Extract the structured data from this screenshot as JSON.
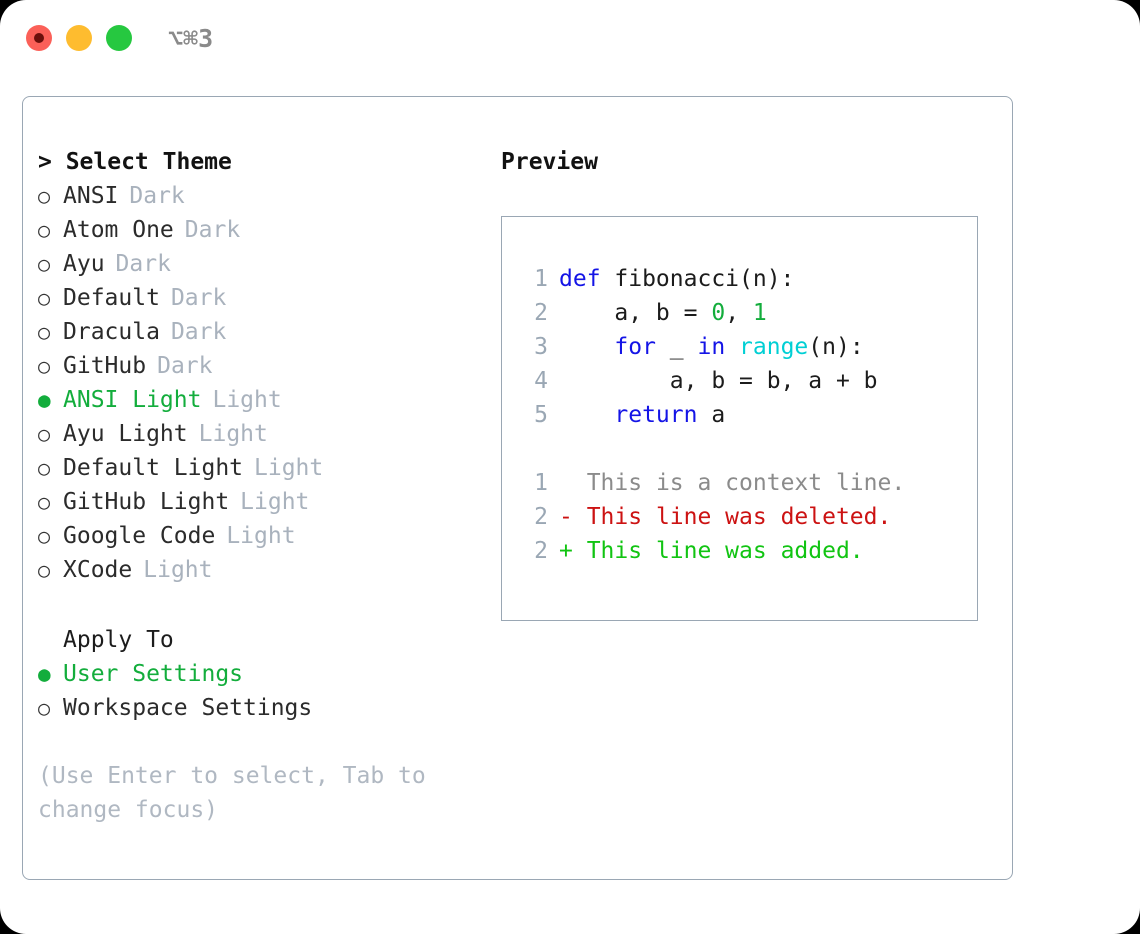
{
  "titlebar": {
    "shortcut": "⌥⌘3",
    "lights": [
      {
        "name": "close",
        "color": "#fb6058"
      },
      {
        "name": "minimize",
        "color": "#febc2f"
      },
      {
        "name": "zoom",
        "color": "#26c840"
      }
    ]
  },
  "theme_panel": {
    "title": "> Select Theme",
    "options": [
      {
        "bullet": "○",
        "label": "ANSI",
        "tag": "Dark",
        "selected": false
      },
      {
        "bullet": "○",
        "label": "Atom One",
        "tag": "Dark",
        "selected": false
      },
      {
        "bullet": "○",
        "label": "Ayu",
        "tag": "Dark",
        "selected": false
      },
      {
        "bullet": "○",
        "label": "Default",
        "tag": "Dark",
        "selected": false
      },
      {
        "bullet": "○",
        "label": "Dracula",
        "tag": "Dark",
        "selected": false
      },
      {
        "bullet": "○",
        "label": "GitHub",
        "tag": "Dark",
        "selected": false
      },
      {
        "bullet": "●",
        "label": "ANSI Light",
        "tag": "Light",
        "selected": true
      },
      {
        "bullet": "○",
        "label": "Ayu Light",
        "tag": "Light",
        "selected": false
      },
      {
        "bullet": "○",
        "label": "Default Light",
        "tag": "Light",
        "selected": false
      },
      {
        "bullet": "○",
        "label": "GitHub Light",
        "tag": "Light",
        "selected": false
      },
      {
        "bullet": "○",
        "label": "Google Code",
        "tag": "Light",
        "selected": false
      },
      {
        "bullet": "○",
        "label": "XCode",
        "tag": "Light",
        "selected": false
      }
    ]
  },
  "apply_to": {
    "heading": "Apply To",
    "options": [
      {
        "bullet": "●",
        "label": "User Settings",
        "selected": true
      },
      {
        "bullet": "○",
        "label": "Workspace Settings",
        "selected": false
      }
    ]
  },
  "hint": "(Use Enter to select, Tab to change focus)",
  "preview": {
    "title": "Preview",
    "code_lines": [
      {
        "num": "1",
        "tokens": [
          {
            "t": "def",
            "c": "kw"
          },
          {
            "t": " fibonacci(n):",
            "c": "pl"
          }
        ]
      },
      {
        "num": "2",
        "tokens": [
          {
            "t": "    a, b = ",
            "c": "pl"
          },
          {
            "t": "0",
            "c": "num"
          },
          {
            "t": ", ",
            "c": "pl"
          },
          {
            "t": "1",
            "c": "num"
          }
        ]
      },
      {
        "num": "3",
        "tokens": [
          {
            "t": "    ",
            "c": "pl"
          },
          {
            "t": "for",
            "c": "kw"
          },
          {
            "t": " _ ",
            "c": "pl"
          },
          {
            "t": "in",
            "c": "kw"
          },
          {
            "t": " ",
            "c": "pl"
          },
          {
            "t": "range",
            "c": "fn"
          },
          {
            "t": "(n):",
            "c": "pl"
          }
        ]
      },
      {
        "num": "4",
        "tokens": [
          {
            "t": "        a, b = b, a + b",
            "c": "pl"
          }
        ]
      },
      {
        "num": "5",
        "tokens": [
          {
            "t": "    ",
            "c": "pl"
          },
          {
            "t": "return",
            "c": "kw"
          },
          {
            "t": " a",
            "c": "pl"
          }
        ]
      }
    ],
    "diff_lines": [
      {
        "num": "1",
        "marker": "  ",
        "text": "This is a context line.",
        "kind": "ctx"
      },
      {
        "num": "2",
        "marker": "- ",
        "text": "This line was deleted.",
        "kind": "del"
      },
      {
        "num": "2",
        "marker": "+ ",
        "text": "This line was added.",
        "kind": "add"
      }
    ]
  },
  "colors": {
    "accent_green": "#13ad3c",
    "keyword_blue": "#1414e6",
    "function_cyan": "#00cfd4",
    "number_green": "#13ad3c",
    "diff_delete_red": "#cc1212",
    "diff_add_green": "#11c412",
    "muted_grey": "#a9b2bd",
    "border": "#9aa7b4"
  }
}
